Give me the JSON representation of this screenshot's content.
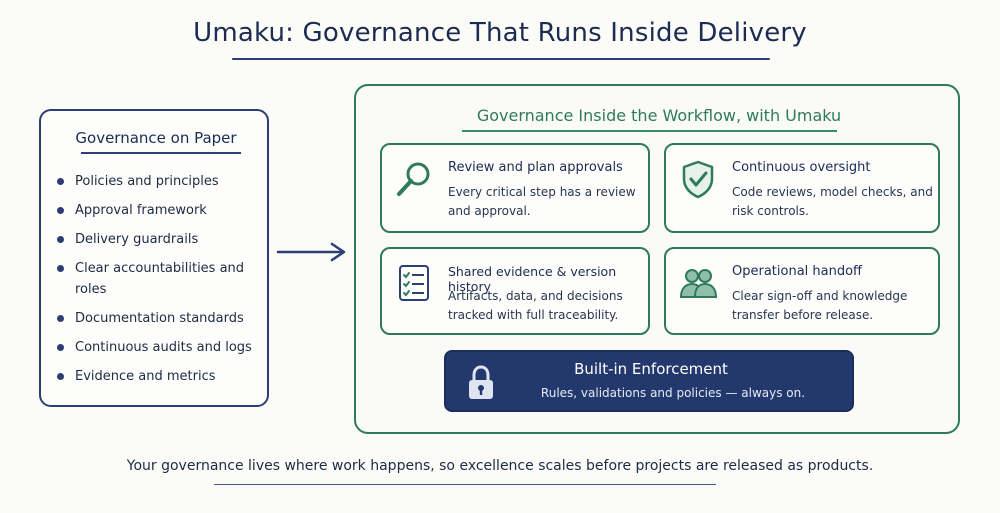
{
  "title": "Umaku: Governance That Runs Inside Delivery",
  "paper": {
    "title": "Governance on Paper",
    "items": [
      "Policies and principles",
      "Approval framework",
      "Delivery guardrails",
      "Clear accountabilities and roles",
      "Documentation standards",
      "Continuous audits and logs",
      "Evidence and metrics"
    ]
  },
  "workflow": {
    "title": "Governance Inside the Workflow, with Umaku",
    "cards": [
      {
        "icon": "magnifier-icon",
        "title": "Review and plan approvals",
        "desc": "Every critical step has a review and approval."
      },
      {
        "icon": "shield-check-icon",
        "title": "Continuous oversight",
        "desc": "Code reviews, model checks, and risk controls."
      },
      {
        "icon": "checklist-icon",
        "title": "Shared evidence & version history",
        "desc": "Artifacts, data, and decisions tracked with full traceability."
      },
      {
        "icon": "people-icon",
        "title": "Operational handoff",
        "desc": "Clear sign-off and knowledge transfer before release."
      }
    ],
    "enforcement": {
      "icon": "lock-icon",
      "title": "Built-in Enforcement",
      "desc": "Rules, validations and policies — always on."
    }
  },
  "footer": "Your governance lives where work happens, so excellence scales before projects are released as products.",
  "colors": {
    "navy": "#23396d",
    "green": "#2f7a5c",
    "background": "#fbfbf8"
  }
}
